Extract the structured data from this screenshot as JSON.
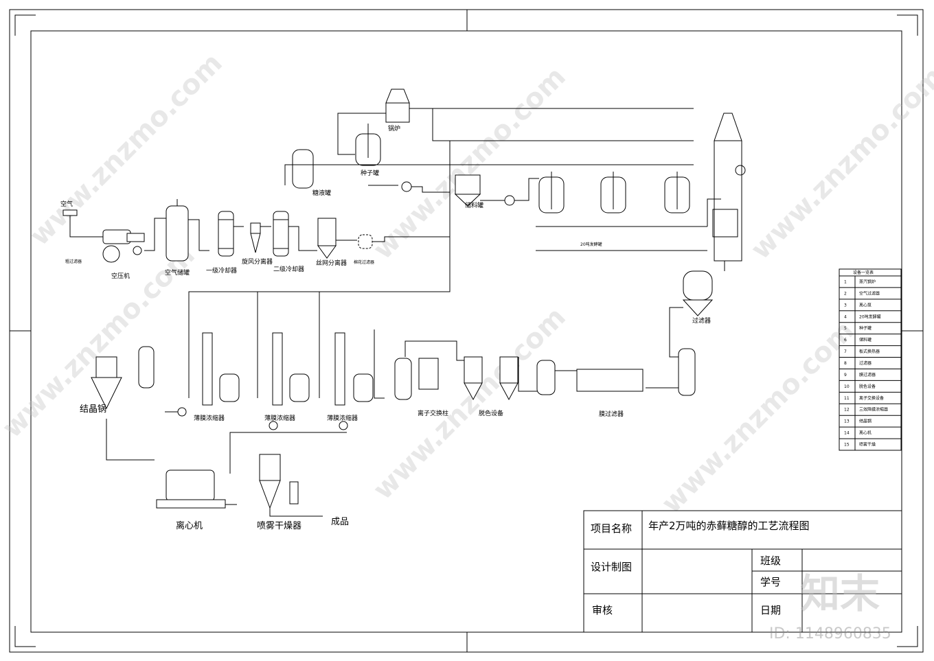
{
  "title_block": {
    "project_label": "项目名称",
    "project_name": "年产2万吨的赤藓糖醇的工艺流程图",
    "design_label": "设计制图",
    "class_label": "班级",
    "student_no_label": "学号",
    "review_label": "审核",
    "date_label": "日期"
  },
  "equipment_list": {
    "header": "设备一览表",
    "rows": [
      {
        "no": "1",
        "name": "蒸汽锅炉"
      },
      {
        "no": "2",
        "name": "空气过滤器"
      },
      {
        "no": "3",
        "name": "离心泵"
      },
      {
        "no": "4",
        "name": "20吨发酵罐"
      },
      {
        "no": "5",
        "name": "种子罐"
      },
      {
        "no": "6",
        "name": "储料罐"
      },
      {
        "no": "7",
        "name": "板式换热器"
      },
      {
        "no": "8",
        "name": "过滤器"
      },
      {
        "no": "9",
        "name": "膜过滤器"
      },
      {
        "no": "10",
        "name": "脱色设备"
      },
      {
        "no": "11",
        "name": "离子交换设备"
      },
      {
        "no": "12",
        "name": "三效降膜浓缩器"
      },
      {
        "no": "13",
        "name": "结晶锅"
      },
      {
        "no": "14",
        "name": "离心机"
      },
      {
        "no": "15",
        "name": "喷雾干燥"
      }
    ]
  },
  "labels": {
    "air_in": "空气",
    "coarse_filter": "粗过滤器",
    "air_compressor": "空压机",
    "air_tank": "空气储罐",
    "cooler1": "一级冷却器",
    "cyclone": "旋风分离器",
    "cooler2": "二级冷却器",
    "wire_sep": "丝网分离器",
    "cotton_filter": "棉花过滤器",
    "boiler": "锅炉",
    "seed_tank": "种子罐",
    "sugar_tank": "糖液罐",
    "storage_tank": "储料罐",
    "fermenter": "20吨发酵罐",
    "filter": "过滤器",
    "membrane_filter": "膜过滤器",
    "decolor": "脱色设备",
    "ion_exchange": "离子交换柱",
    "evap1": "薄膜浓缩器",
    "evap2": "薄膜浓缩器",
    "evap3": "薄膜浓缩器",
    "crystallizer": "结晶锅",
    "centrifuge": "离心机",
    "spray_dryer": "喷雾干燥器",
    "product": "成品"
  },
  "watermark": {
    "site": "www.znzmo.com",
    "brand": "知末",
    "id": "ID: 1148960835"
  }
}
